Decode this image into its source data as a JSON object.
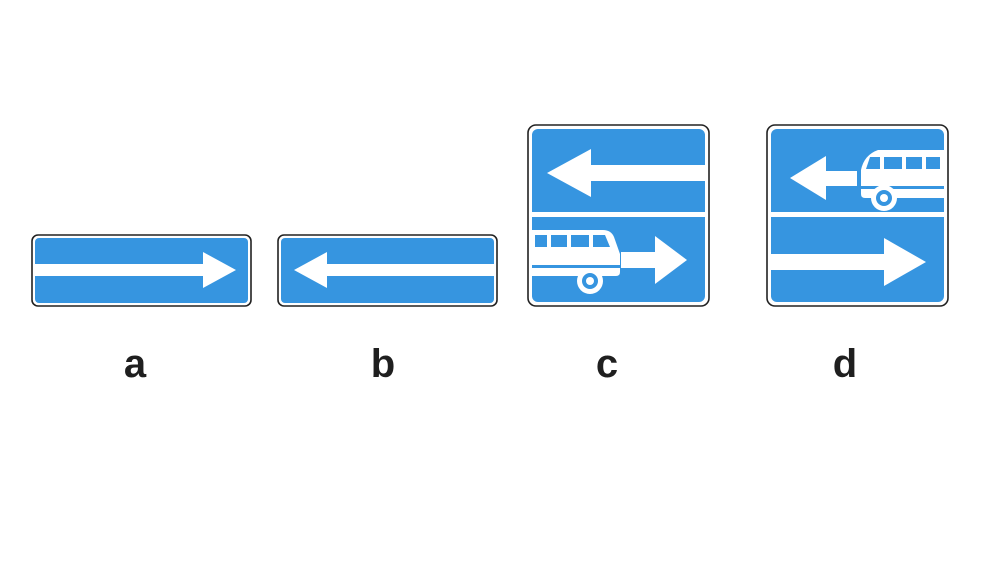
{
  "colors": {
    "sign_blue": "#3695e0",
    "sign_white": "#ffffff",
    "sign_border": "#222222",
    "label_text": "#1f1f1f"
  },
  "signs": [
    {
      "label": "a",
      "icons": [
        "arrow-right-icon"
      ]
    },
    {
      "label": "b",
      "icons": [
        "arrow-left-icon"
      ]
    },
    {
      "label": "c",
      "icons": [
        "arrow-left-icon",
        "bus-icon",
        "arrow-right-icon"
      ]
    },
    {
      "label": "d",
      "icons": [
        "arrow-left-icon",
        "bus-icon",
        "arrow-right-icon"
      ]
    }
  ]
}
